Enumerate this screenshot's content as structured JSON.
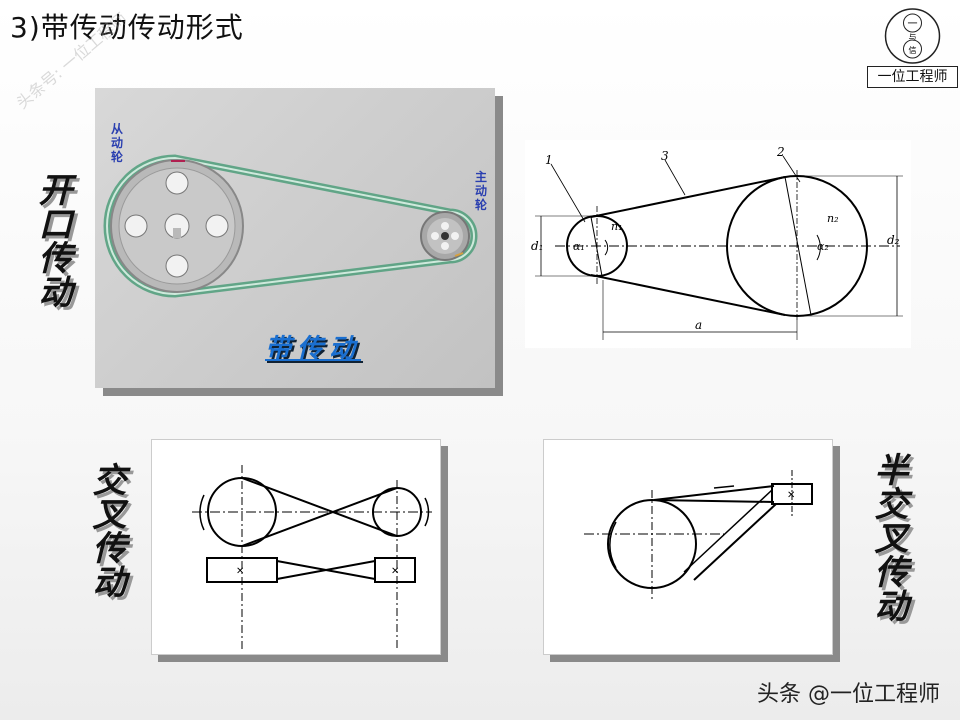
{
  "title": "3)带传动传动形式",
  "logo": {
    "text": "一位工程师",
    "circle_top": "一",
    "circle_mid": "与",
    "circle_bottom": "信"
  },
  "watermark": "头条号: 一位工程师",
  "labels": {
    "open": "开口传动",
    "cross": "交叉传动",
    "half_cross": "半交叉传动"
  },
  "animation_panel": {
    "driven": "从动轮",
    "driver": "主动轮",
    "caption": "带传动"
  },
  "schematic": {
    "callout_1": "1",
    "callout_2": "2",
    "callout_3": "3",
    "d1": "d₁",
    "d2": "d₂",
    "n1": "n₁",
    "n2": "n₂",
    "alpha1": "α₁",
    "alpha2": "α₂",
    "a": "a"
  },
  "credit": "头条 @一位工程师"
}
